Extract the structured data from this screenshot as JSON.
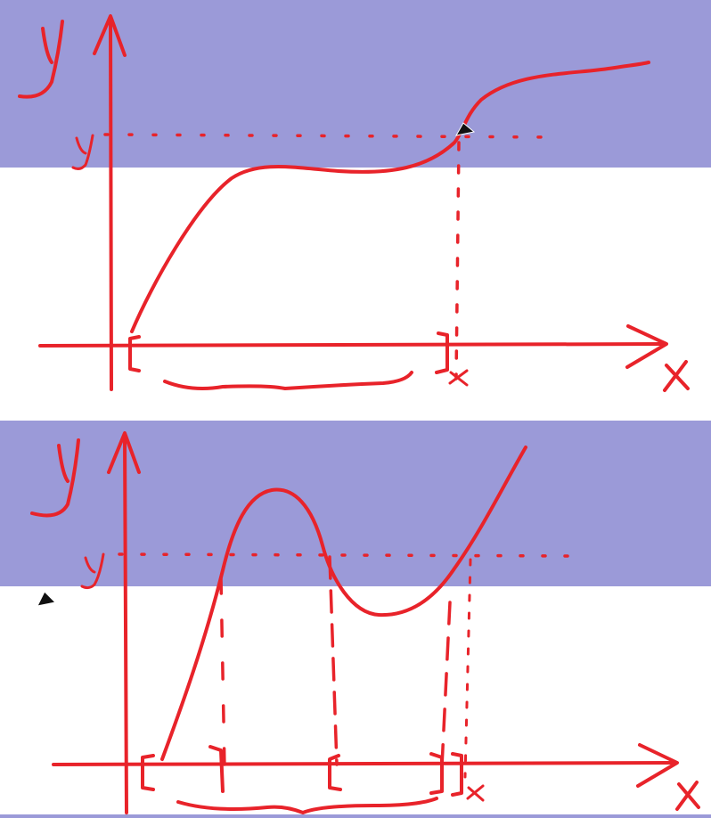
{
  "colors": {
    "ink": "#e8232a",
    "band": "#9b9ad8",
    "background": "#ffffff",
    "cursor": "#111111"
  },
  "icons": [
    "pen-cursor-icon"
  ],
  "panels": [
    {
      "y_axis_label": "y",
      "x_axis_label": "x",
      "level_label": "y",
      "intersection_label": "x"
    },
    {
      "y_axis_label": "y",
      "x_axis_label": "x",
      "level_label": "y",
      "intersection_label": "x"
    }
  ]
}
